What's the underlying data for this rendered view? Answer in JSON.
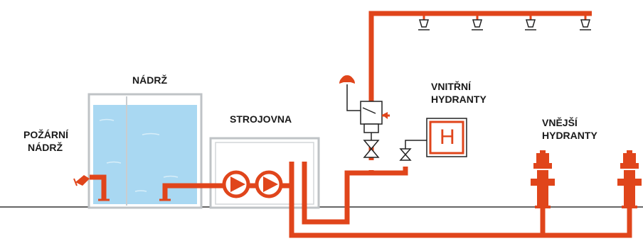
{
  "labels": {
    "tank": "NÁDRŽ",
    "fire_tank_line1": "POŽÁRNÍ",
    "fire_tank_line2": "NÁDRŽ",
    "machine_room": "STROJOVNA",
    "internal_hydrants_line1": "VNITŘNÍ",
    "internal_hydrants_line2": "HYDRANTY",
    "external_hydrants_line1": "VNĚJŠÍ",
    "external_hydrants_line2": "HYDRANTY",
    "hydrant_box_letter": "H"
  },
  "colors": {
    "pipe": "#e0451b",
    "water": "#a9d8f2",
    "tank_frame": "#bfc3c6",
    "ground": "#333333",
    "text": "#1a1a1a"
  },
  "icons": [
    "pump-icon",
    "valve-icon",
    "sprinkler-icon",
    "hydrant-icon",
    "alarm-valve-icon",
    "alarm-bell-icon",
    "suction-inlet-icon"
  ]
}
